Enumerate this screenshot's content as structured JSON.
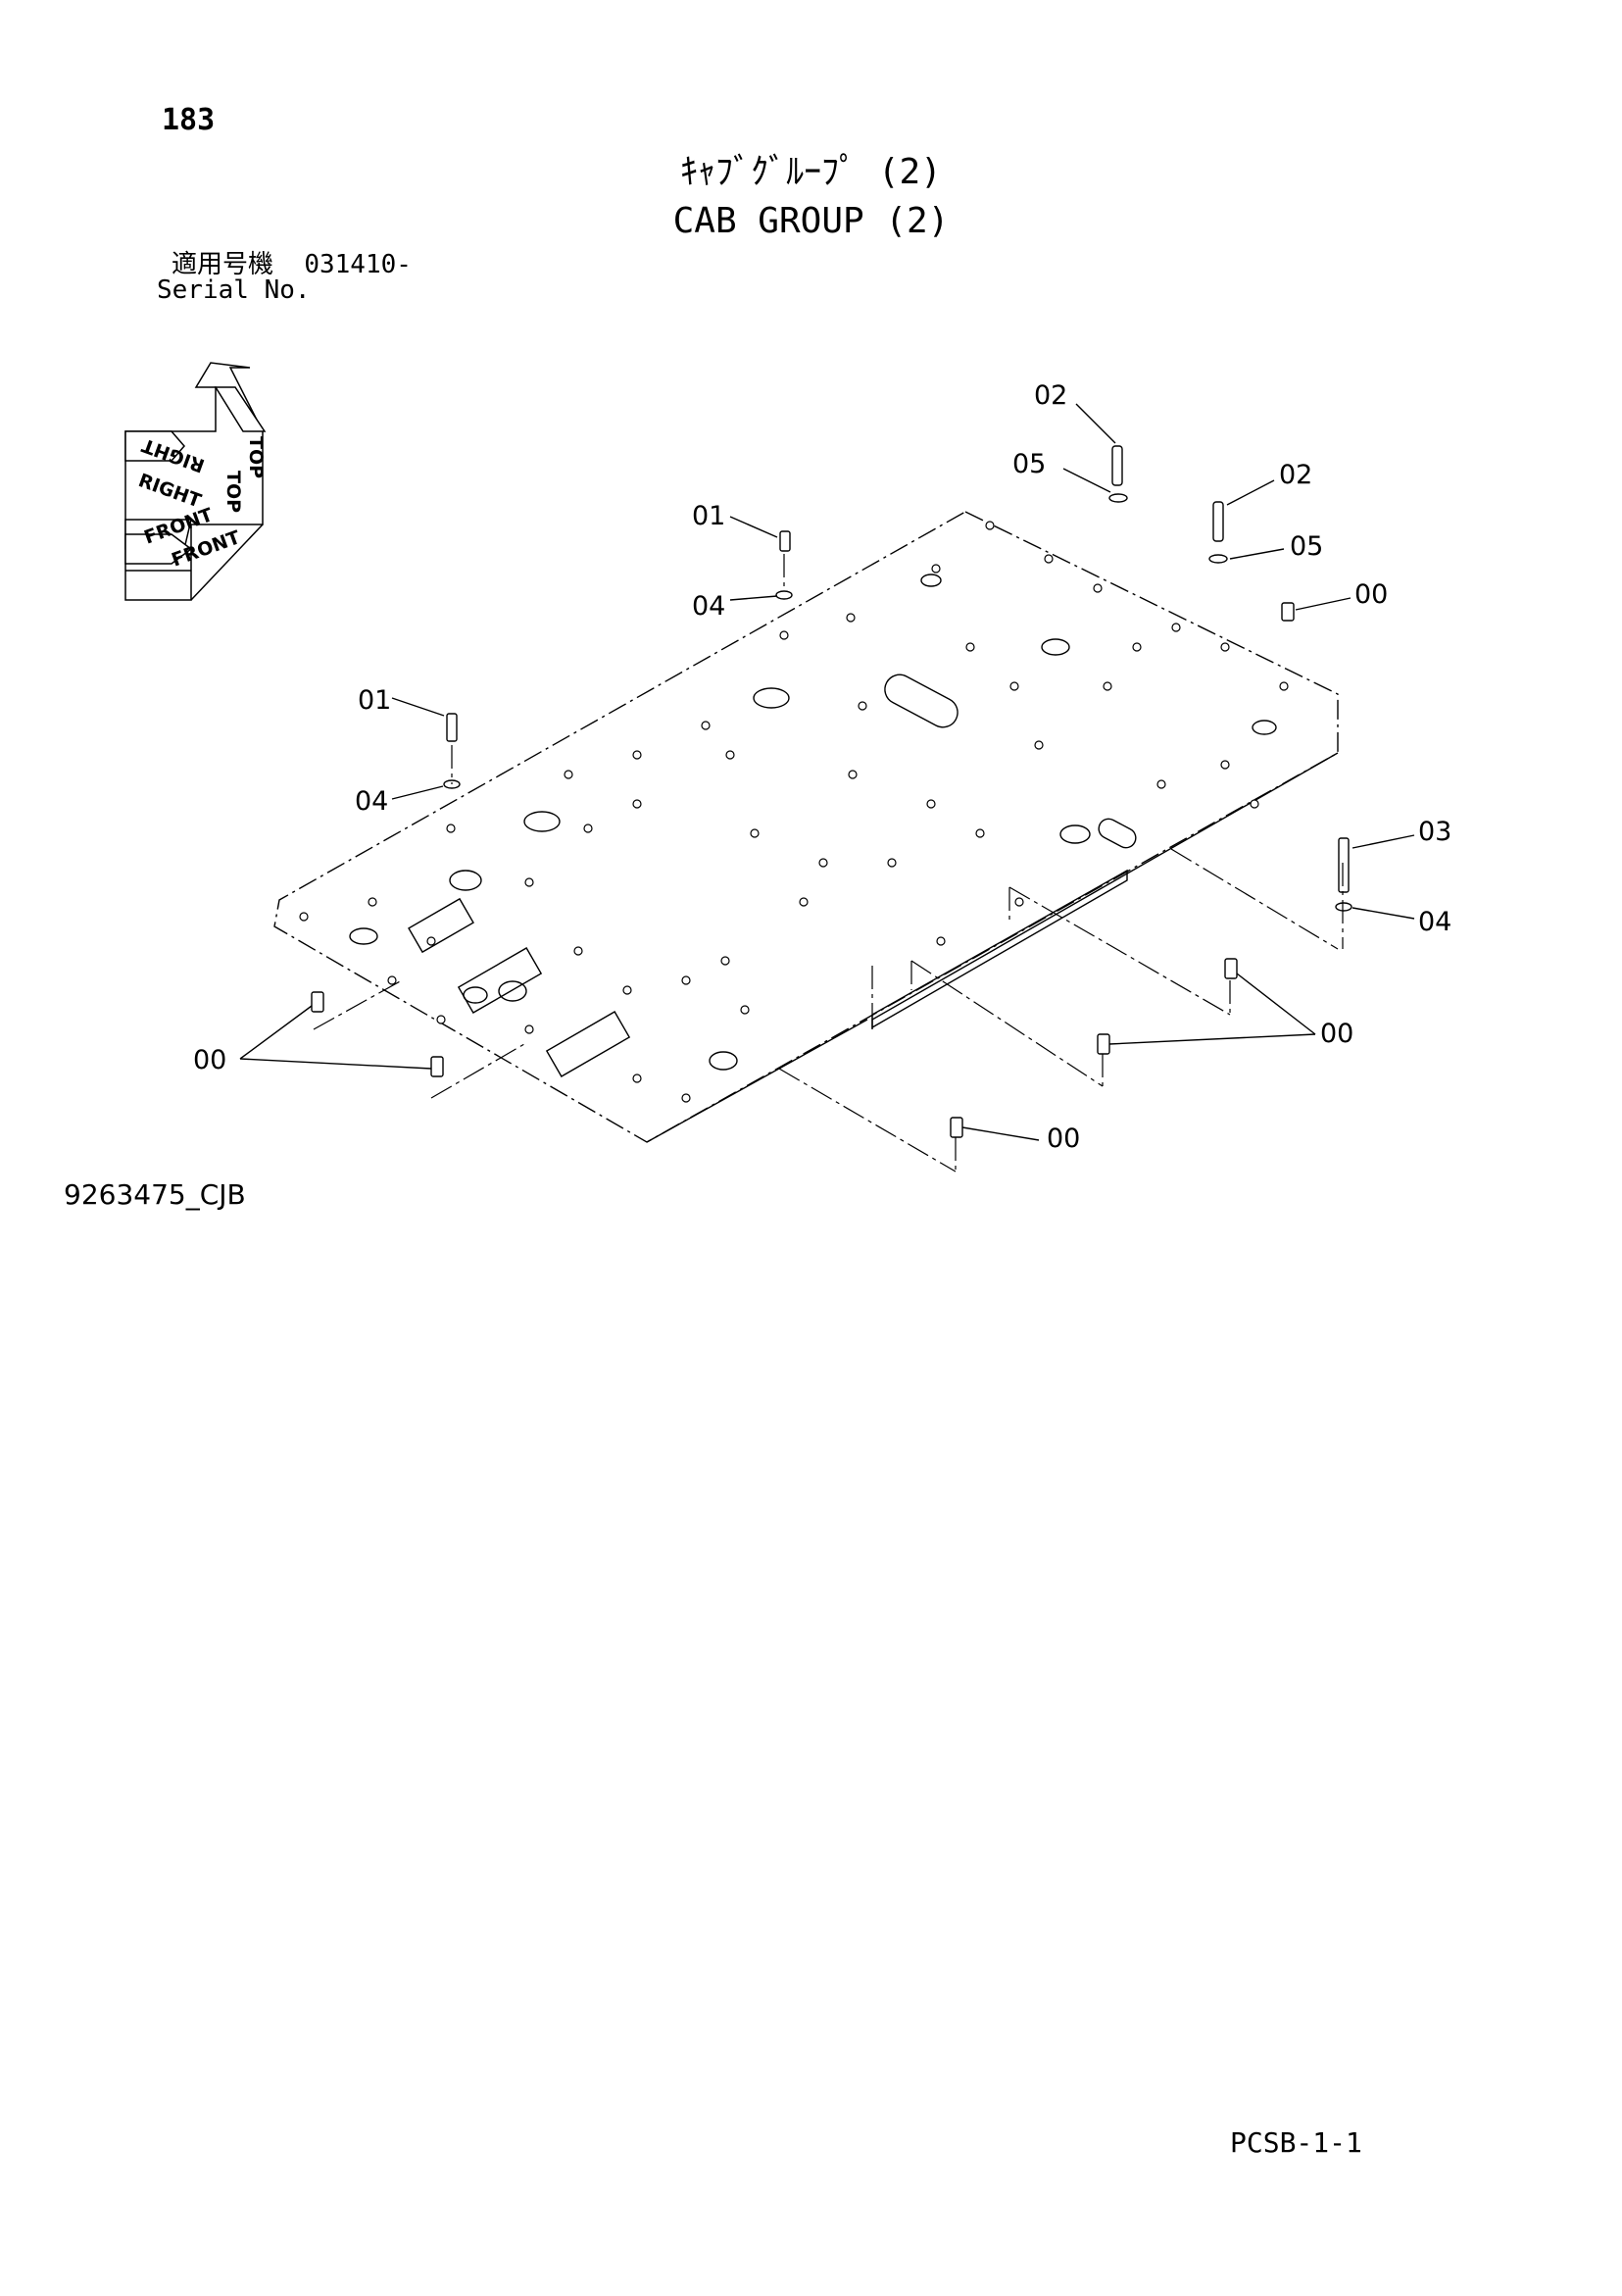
{
  "header": {
    "page_number": "183",
    "title_jp": "ｷｬﾌﾞｸﾞﾙｰﾌﾟ (2)",
    "title_en": "CAB GROUP (2)",
    "serial_label_jp": "適用号機",
    "serial_value": "031410-",
    "serial_label_en": "Serial No."
  },
  "orientation_icon": {
    "labels": [
      "TOP",
      "TOP",
      "RIGHT",
      "RIGHT",
      "FRONT",
      "FRONT"
    ]
  },
  "callouts": [
    "02",
    "05",
    "02",
    "05",
    "00",
    "01",
    "04",
    "01",
    "04",
    "03",
    "04",
    "00",
    "00",
    "00"
  ],
  "footer": {
    "drawing_number": "9263475_CJB",
    "page_code": "PCSB-1-1"
  }
}
